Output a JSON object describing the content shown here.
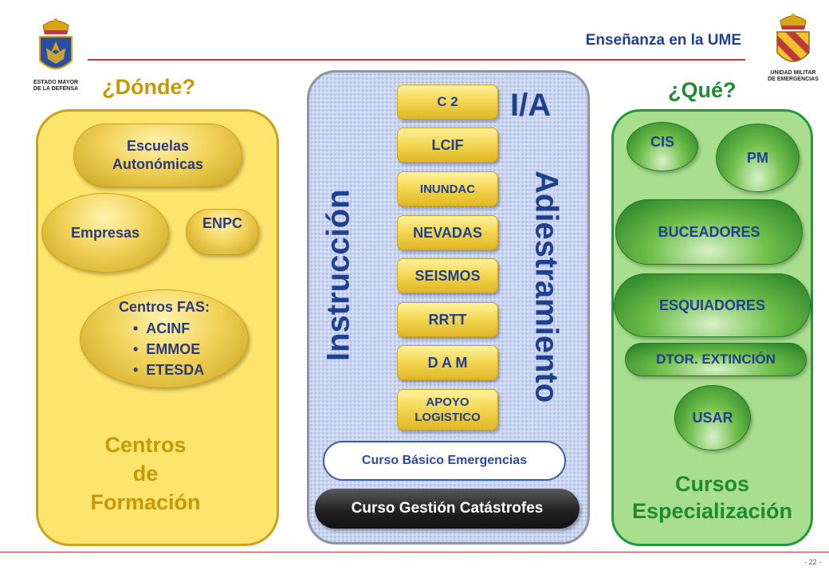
{
  "header": {
    "title": "Enseñanza en la UME",
    "left_emblem_caption": [
      "ESTADO MAYOR",
      "DE LA DEFENSA"
    ],
    "right_emblem_caption": [
      "UNIDAD MILITAR",
      "DE EMERGENCIAS"
    ],
    "page_number": "- 22 -"
  },
  "left": {
    "question": "¿Dónde?",
    "items": {
      "escuelas": [
        "Escuelas",
        "Autonómicas"
      ],
      "empresas": "Empresas",
      "enpc": "ENPC",
      "centros_fas_title": "Centros FAS:",
      "centros_fas_list": [
        "ACINF",
        "EMMOE",
        "ETESDA"
      ]
    },
    "caption": [
      "Centros",
      "de",
      "Formación"
    ]
  },
  "center": {
    "ia_title": "I/A",
    "left_vertical": "Instrucción",
    "right_vertical": "Adiestramiento",
    "modules": [
      "C 2",
      "LCIF",
      "INUNDAC",
      "NEVADAS",
      "SEISMOS",
      "RRTT",
      "D A M",
      [
        "APOYO",
        "LOGISTICO"
      ]
    ],
    "curso_basico": "Curso Básico Emergencias",
    "curso_gestion": "Curso Gestión Catástrofes"
  },
  "right": {
    "question": "¿Qué?",
    "items": [
      "CIS",
      "PM",
      "BUCEADORES",
      "ESQUIADORES",
      "DTOR. EXTINCIÓN",
      "USAR"
    ],
    "caption": [
      "Cursos",
      "Especialización"
    ]
  },
  "colors": {
    "left_panel": "#fde46c",
    "center_panel": "#c8d4f0",
    "right_panel": "#a9de8e",
    "title_blue": "#1f3f8f",
    "accent_red": "#c0383b"
  }
}
